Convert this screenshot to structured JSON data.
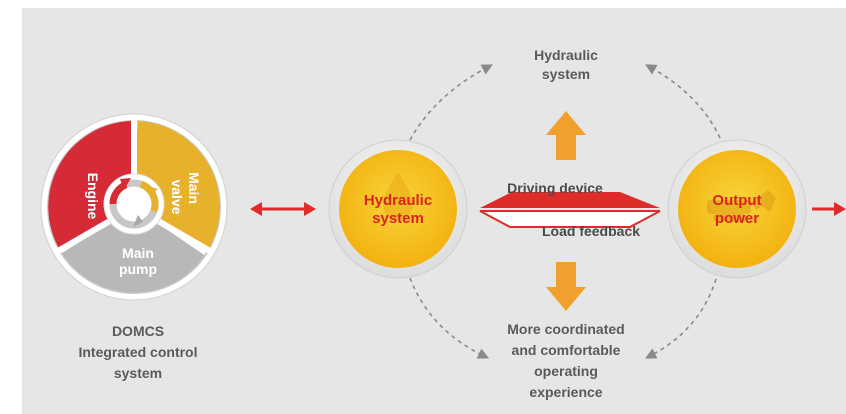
{
  "colors": {
    "background": "#e6e6e6",
    "accent_red": "#e02b2b",
    "accent_orange": "#f0a02c",
    "yellow_disc": "#f6c21c",
    "engine_red": "#d62a36",
    "valve_gold": "#e7b12c",
    "pump_gray": "#b8b8b8",
    "text_gray": "#5a5a5a",
    "label_red": "#d9241f",
    "dashed_gray": "#8a8a8a"
  },
  "diagram": {
    "domcs_wheel": {
      "segments": [
        {
          "id": "engine",
          "label": "Engine"
        },
        {
          "id": "main-valve",
          "label_lines": [
            "Main",
            "valve"
          ]
        },
        {
          "id": "main-pump",
          "label_lines": [
            "Main",
            "pump"
          ]
        }
      ],
      "center_icon": "cycle-arrows-icon",
      "caption_lines": [
        "DOMCS",
        "Integrated control",
        "system"
      ]
    },
    "hydraulic_node": {
      "label_lines": [
        "Hydraulic",
        "system"
      ],
      "icon": "oil-drop-icon"
    },
    "output_node": {
      "label_lines": [
        "Output",
        "power"
      ],
      "icon": "excavator-icon"
    },
    "flow": {
      "forward_label": "Driving device",
      "backward_label": "Load feedback"
    },
    "top_label_lines": [
      "Hydraulic",
      "system"
    ],
    "bottom_label_lines": [
      "More coordinated",
      "and comfortable",
      "operating",
      "experience"
    ],
    "connectors": {
      "wheel_to_hydraulic": "double-arrow-icon",
      "output_out": "right-arrow-icon",
      "up": "up-arrow-icon",
      "down": "down-arrow-icon"
    }
  }
}
